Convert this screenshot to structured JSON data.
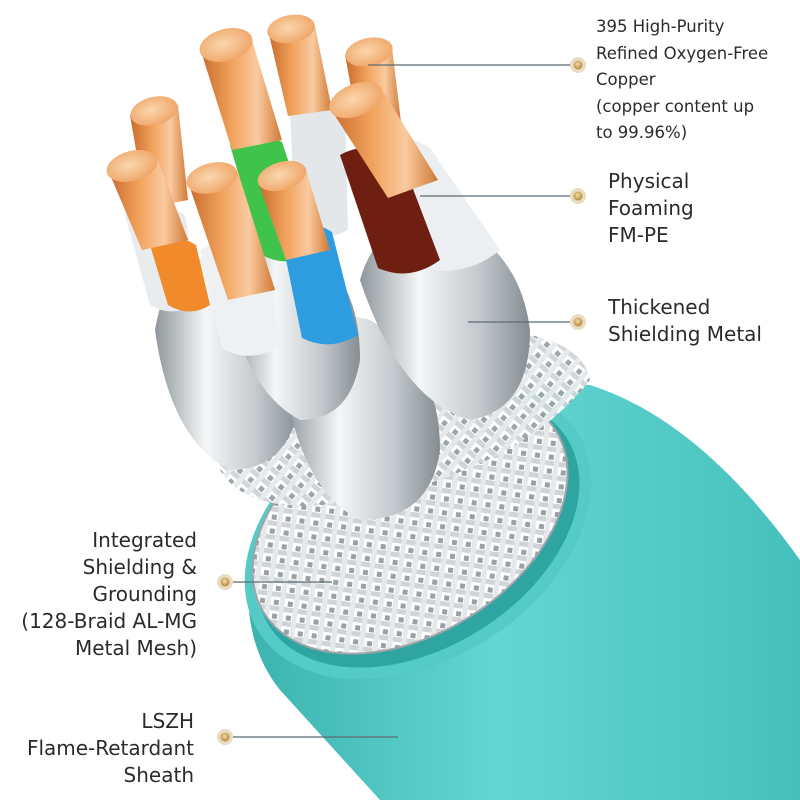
{
  "callouts": {
    "copper": {
      "lines": [
        "395 High-Purity",
        "Refined Oxygen-Free",
        "Copper",
        "(copper content up",
        "to 99.96%)"
      ]
    },
    "foaming": {
      "lines": [
        "Physical",
        "Foaming",
        "FM-PE"
      ]
    },
    "shielding": {
      "lines": [
        "Thickened",
        "Shielding Metal"
      ]
    },
    "braid": {
      "lines": [
        "Integrated",
        "Shielding &",
        "Grounding",
        "(128-Braid AL-MG",
        "Metal Mesh)"
      ]
    },
    "sheath": {
      "lines": [
        "LSZH",
        "Flame-Retardant",
        "Sheath"
      ]
    }
  },
  "colors": {
    "sheath": "#5fd3cf",
    "sheath_dark": "#3fb7b3",
    "copper": "#e8924c",
    "copper_light": "#f6c48c",
    "marker": "#c9a25c",
    "leader_line": "#5b6b73",
    "wire_green": "#3fc34a",
    "wire_blue": "#2d9de0",
    "wire_orange": "#f08a2a",
    "wire_brown": "#6e1f12",
    "foil": "#d9dde0"
  },
  "icons": {
    "marker": "gold-dot-marker"
  }
}
